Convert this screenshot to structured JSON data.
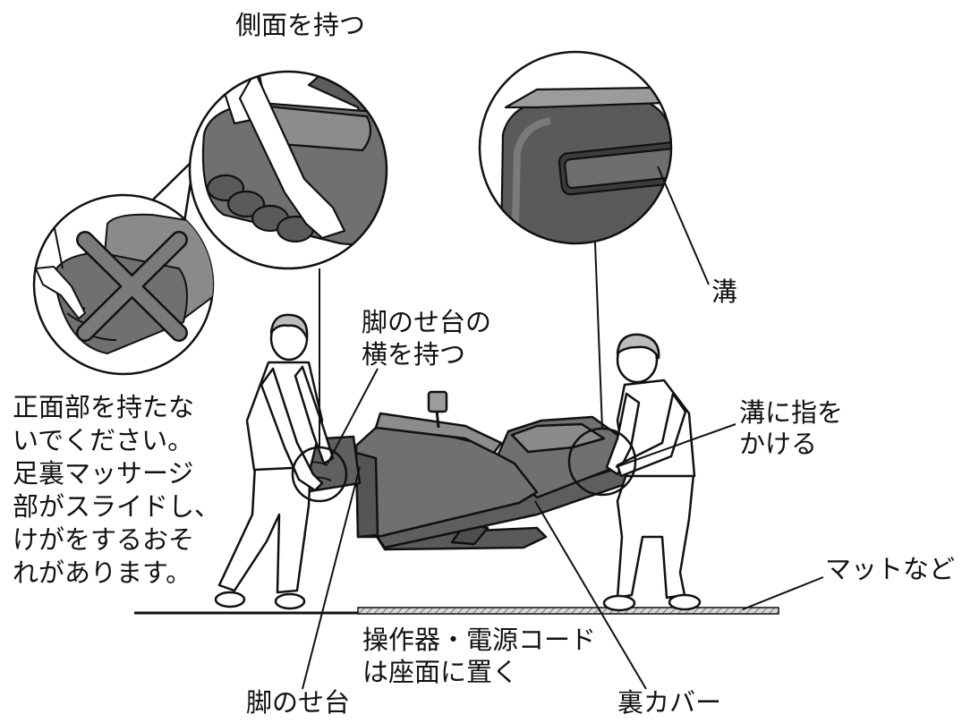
{
  "labels": {
    "hold_side": "側面を持つ",
    "groove": "溝",
    "footrest_side": [
      "脚のせ台の",
      "横を持つ"
    ],
    "warning": [
      "正面部を持たな",
      "いでください。",
      "足裏マッサージ",
      "部がスライドし、",
      "けがをするおそ",
      "れがあります。"
    ],
    "groove_finger": [
      "溝に指を",
      "かける"
    ],
    "mat": "マットなど",
    "controller": [
      "操作器・電源コード",
      "は座面に置く"
    ],
    "footrest": "脚のせ台",
    "back_cover": "裏カバー"
  },
  "colors": {
    "chair_main": "#707070",
    "chair_dark": "#4e4e4e",
    "chair_light": "#9c9c9c",
    "x_mark": "#7a7a7a",
    "outline": "#111111"
  }
}
